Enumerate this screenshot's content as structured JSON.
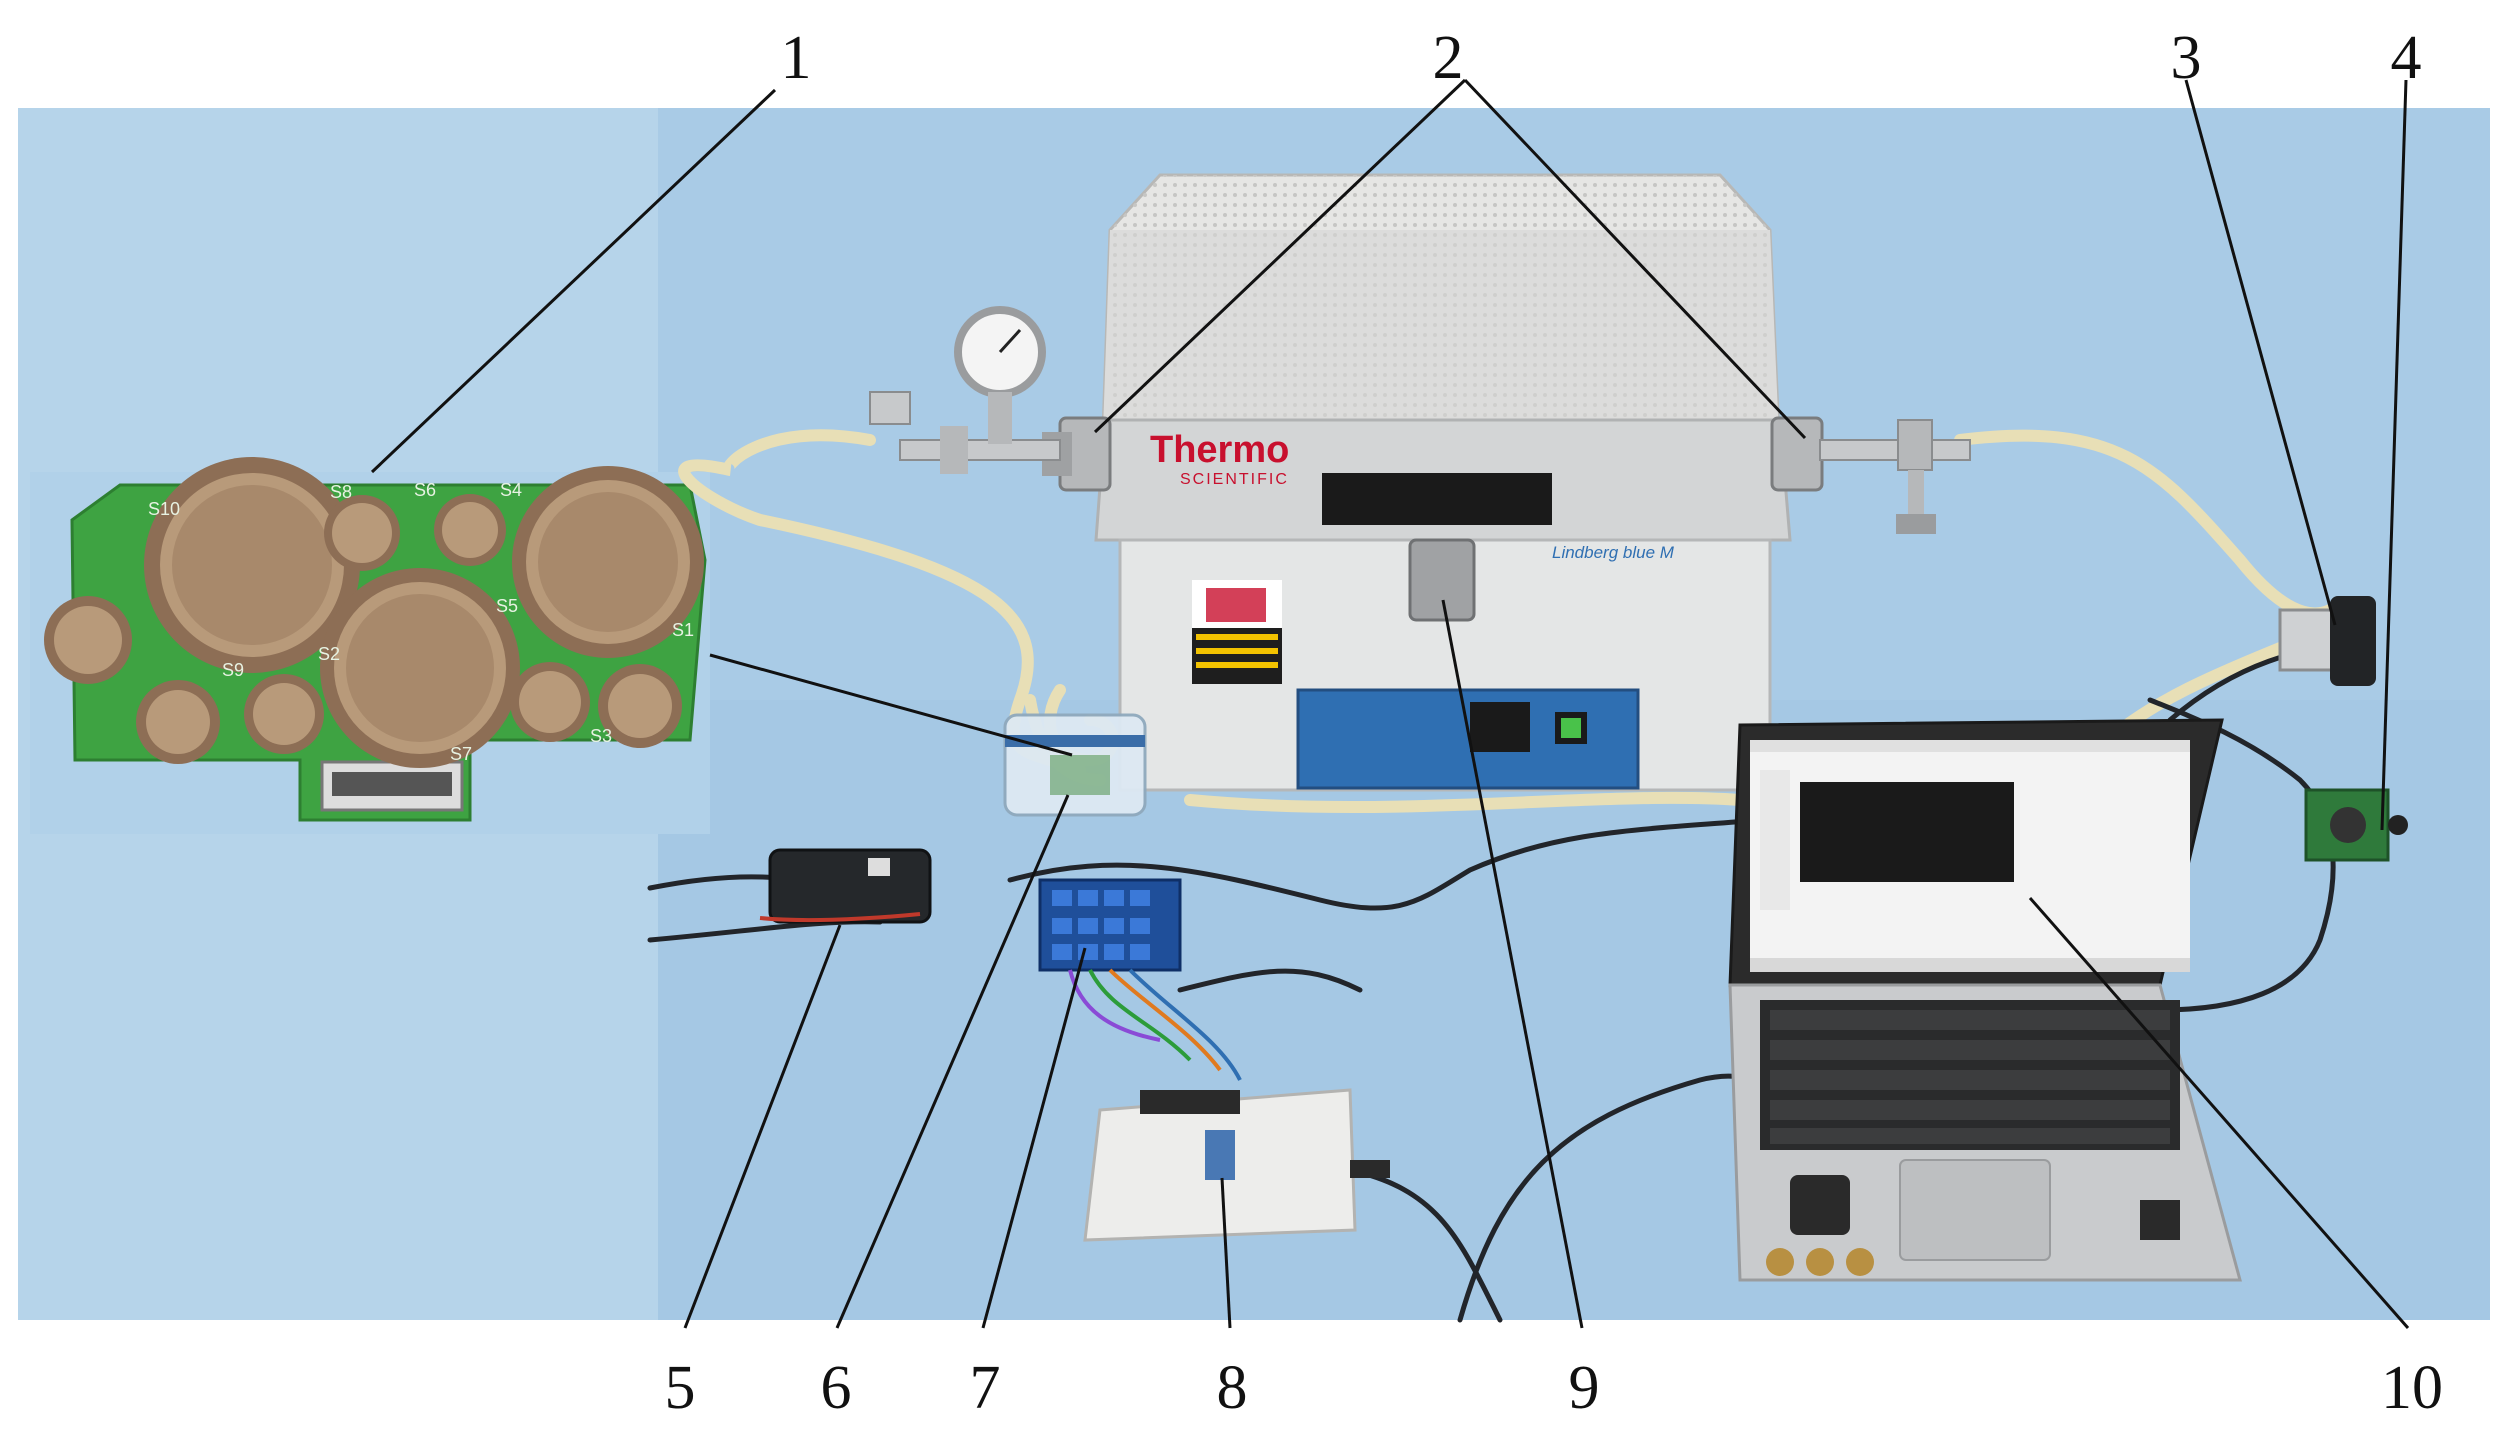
{
  "figure": {
    "callouts": [
      {
        "id": "1",
        "label": "1"
      },
      {
        "id": "2",
        "label": "2"
      },
      {
        "id": "3",
        "label": "3"
      },
      {
        "id": "4",
        "label": "4"
      },
      {
        "id": "5",
        "label": "5"
      },
      {
        "id": "6",
        "label": "6"
      },
      {
        "id": "7",
        "label": "7"
      },
      {
        "id": "8",
        "label": "8"
      },
      {
        "id": "9",
        "label": "9"
      },
      {
        "id": "10",
        "label": "10"
      }
    ],
    "furnace": {
      "brand": "Thermo",
      "brand_sub": "SCIENTIFIC",
      "model": "Lindberg blue M"
    },
    "sensor_board": {
      "labels": [
        "S1",
        "S2",
        "S3",
        "S4",
        "S5",
        "S6",
        "S7",
        "S8",
        "S9",
        "S10"
      ]
    },
    "colors": {
      "backdrop": "#a9cbe6",
      "backdrop_left": "#b6d4ea",
      "pcb": "#3ea342",
      "sensor_copper": "#b89a7a",
      "furnace_body": "#e4e6e6",
      "furnace_panel": "#2f6fb2",
      "tube": "#e8dfb6",
      "thermo_red": "#c8102e",
      "screen_bg": "#f3f3f3",
      "screen_plot": "#1a1a1a"
    }
  }
}
